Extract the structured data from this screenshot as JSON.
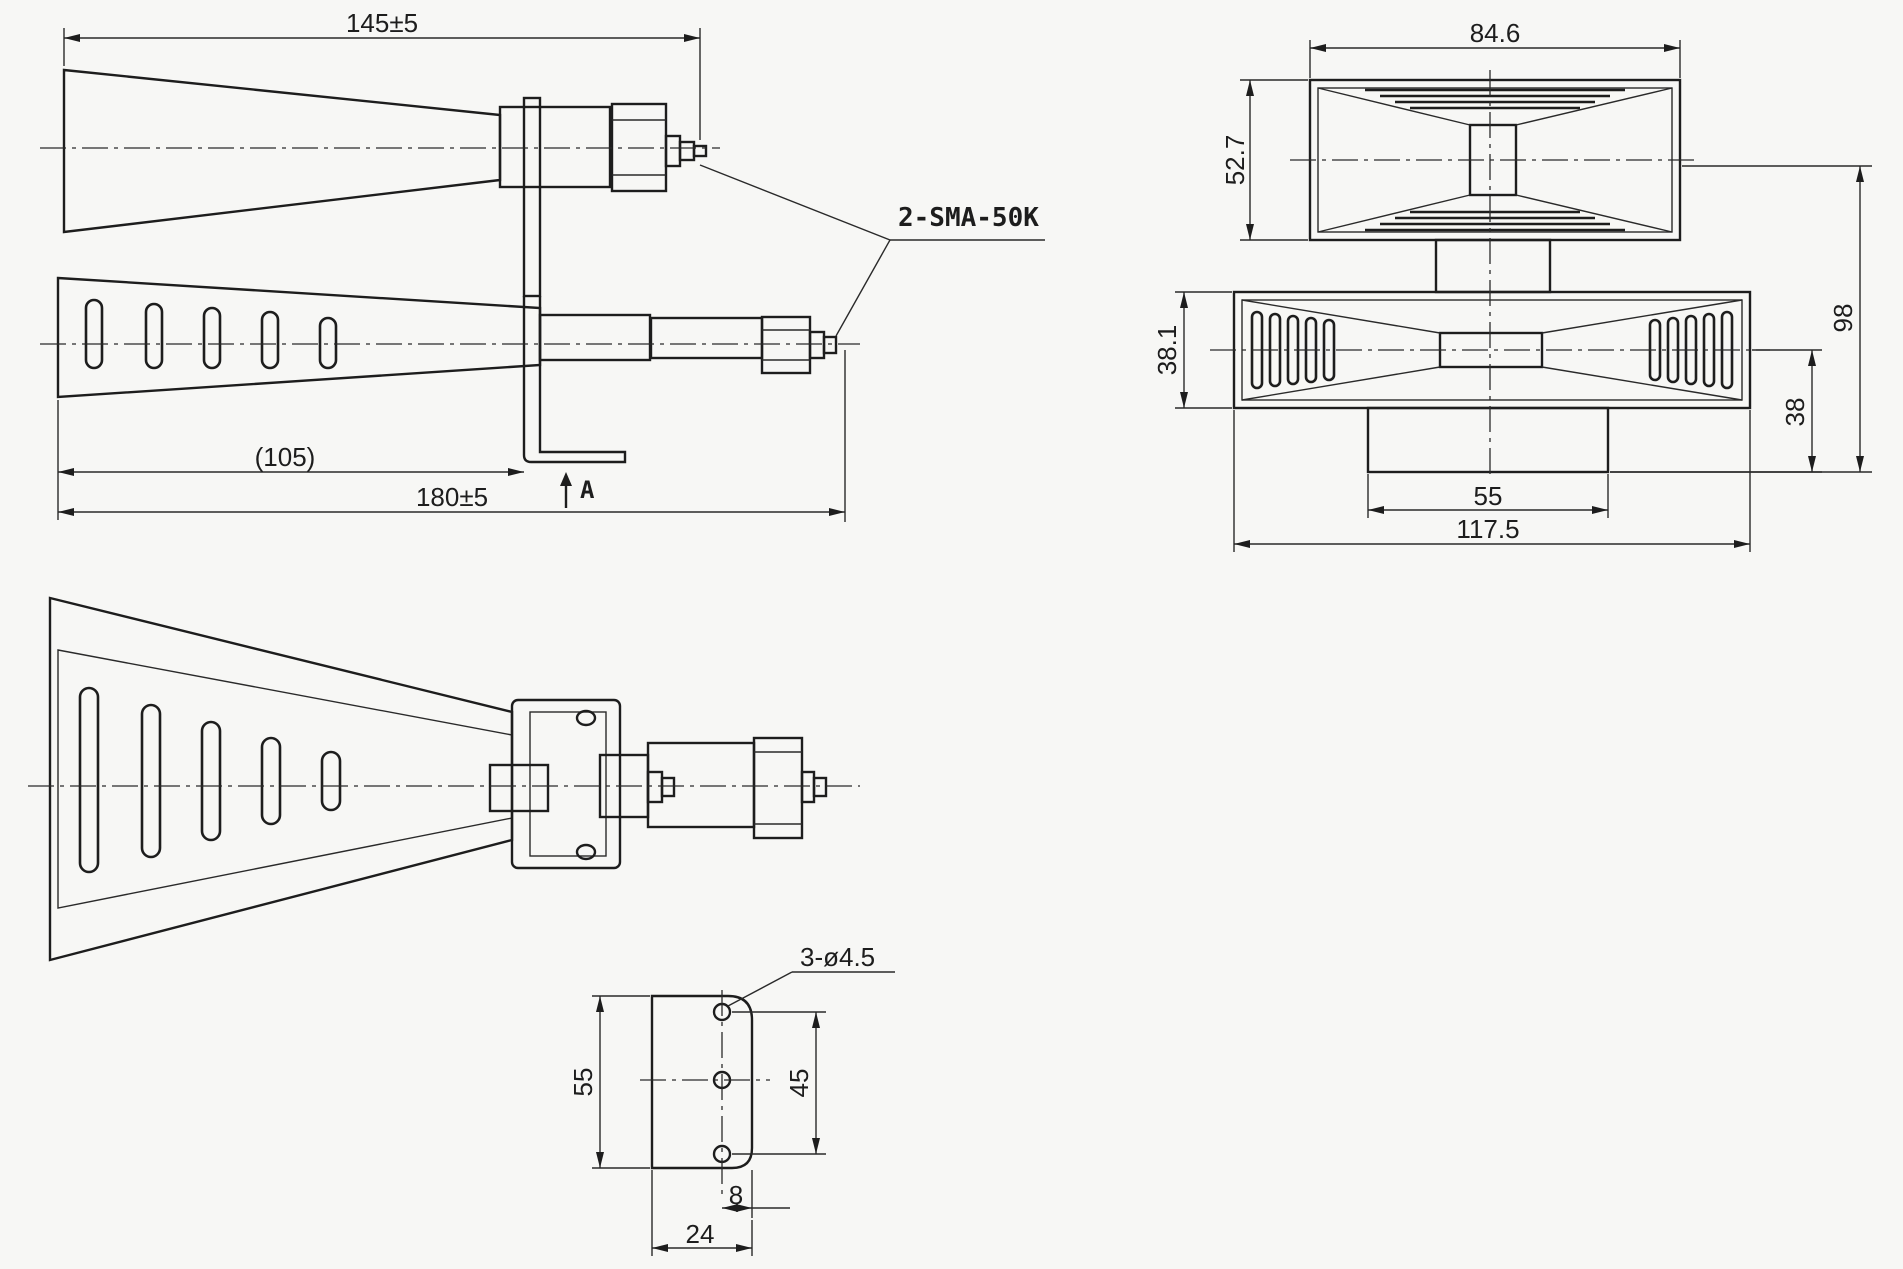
{
  "dimensions": {
    "overall_length_top": "145±5",
    "overall_length_bottom": "180±5",
    "bracket_offset": "(105)",
    "connector_note": "2-SMA-50K",
    "view_arrow": "A",
    "width_top_aperture": "84.6",
    "height_top_aperture": "52.7",
    "height_side_aperture": "38.1",
    "total_height": "98",
    "lower_height": "38",
    "base_width": "55",
    "overall_width": "117.5",
    "hole_note": "3-ø4.5",
    "plate_height": "55",
    "hole_spacing": "45",
    "hole_edge_offset": "8",
    "plate_width": "24"
  }
}
